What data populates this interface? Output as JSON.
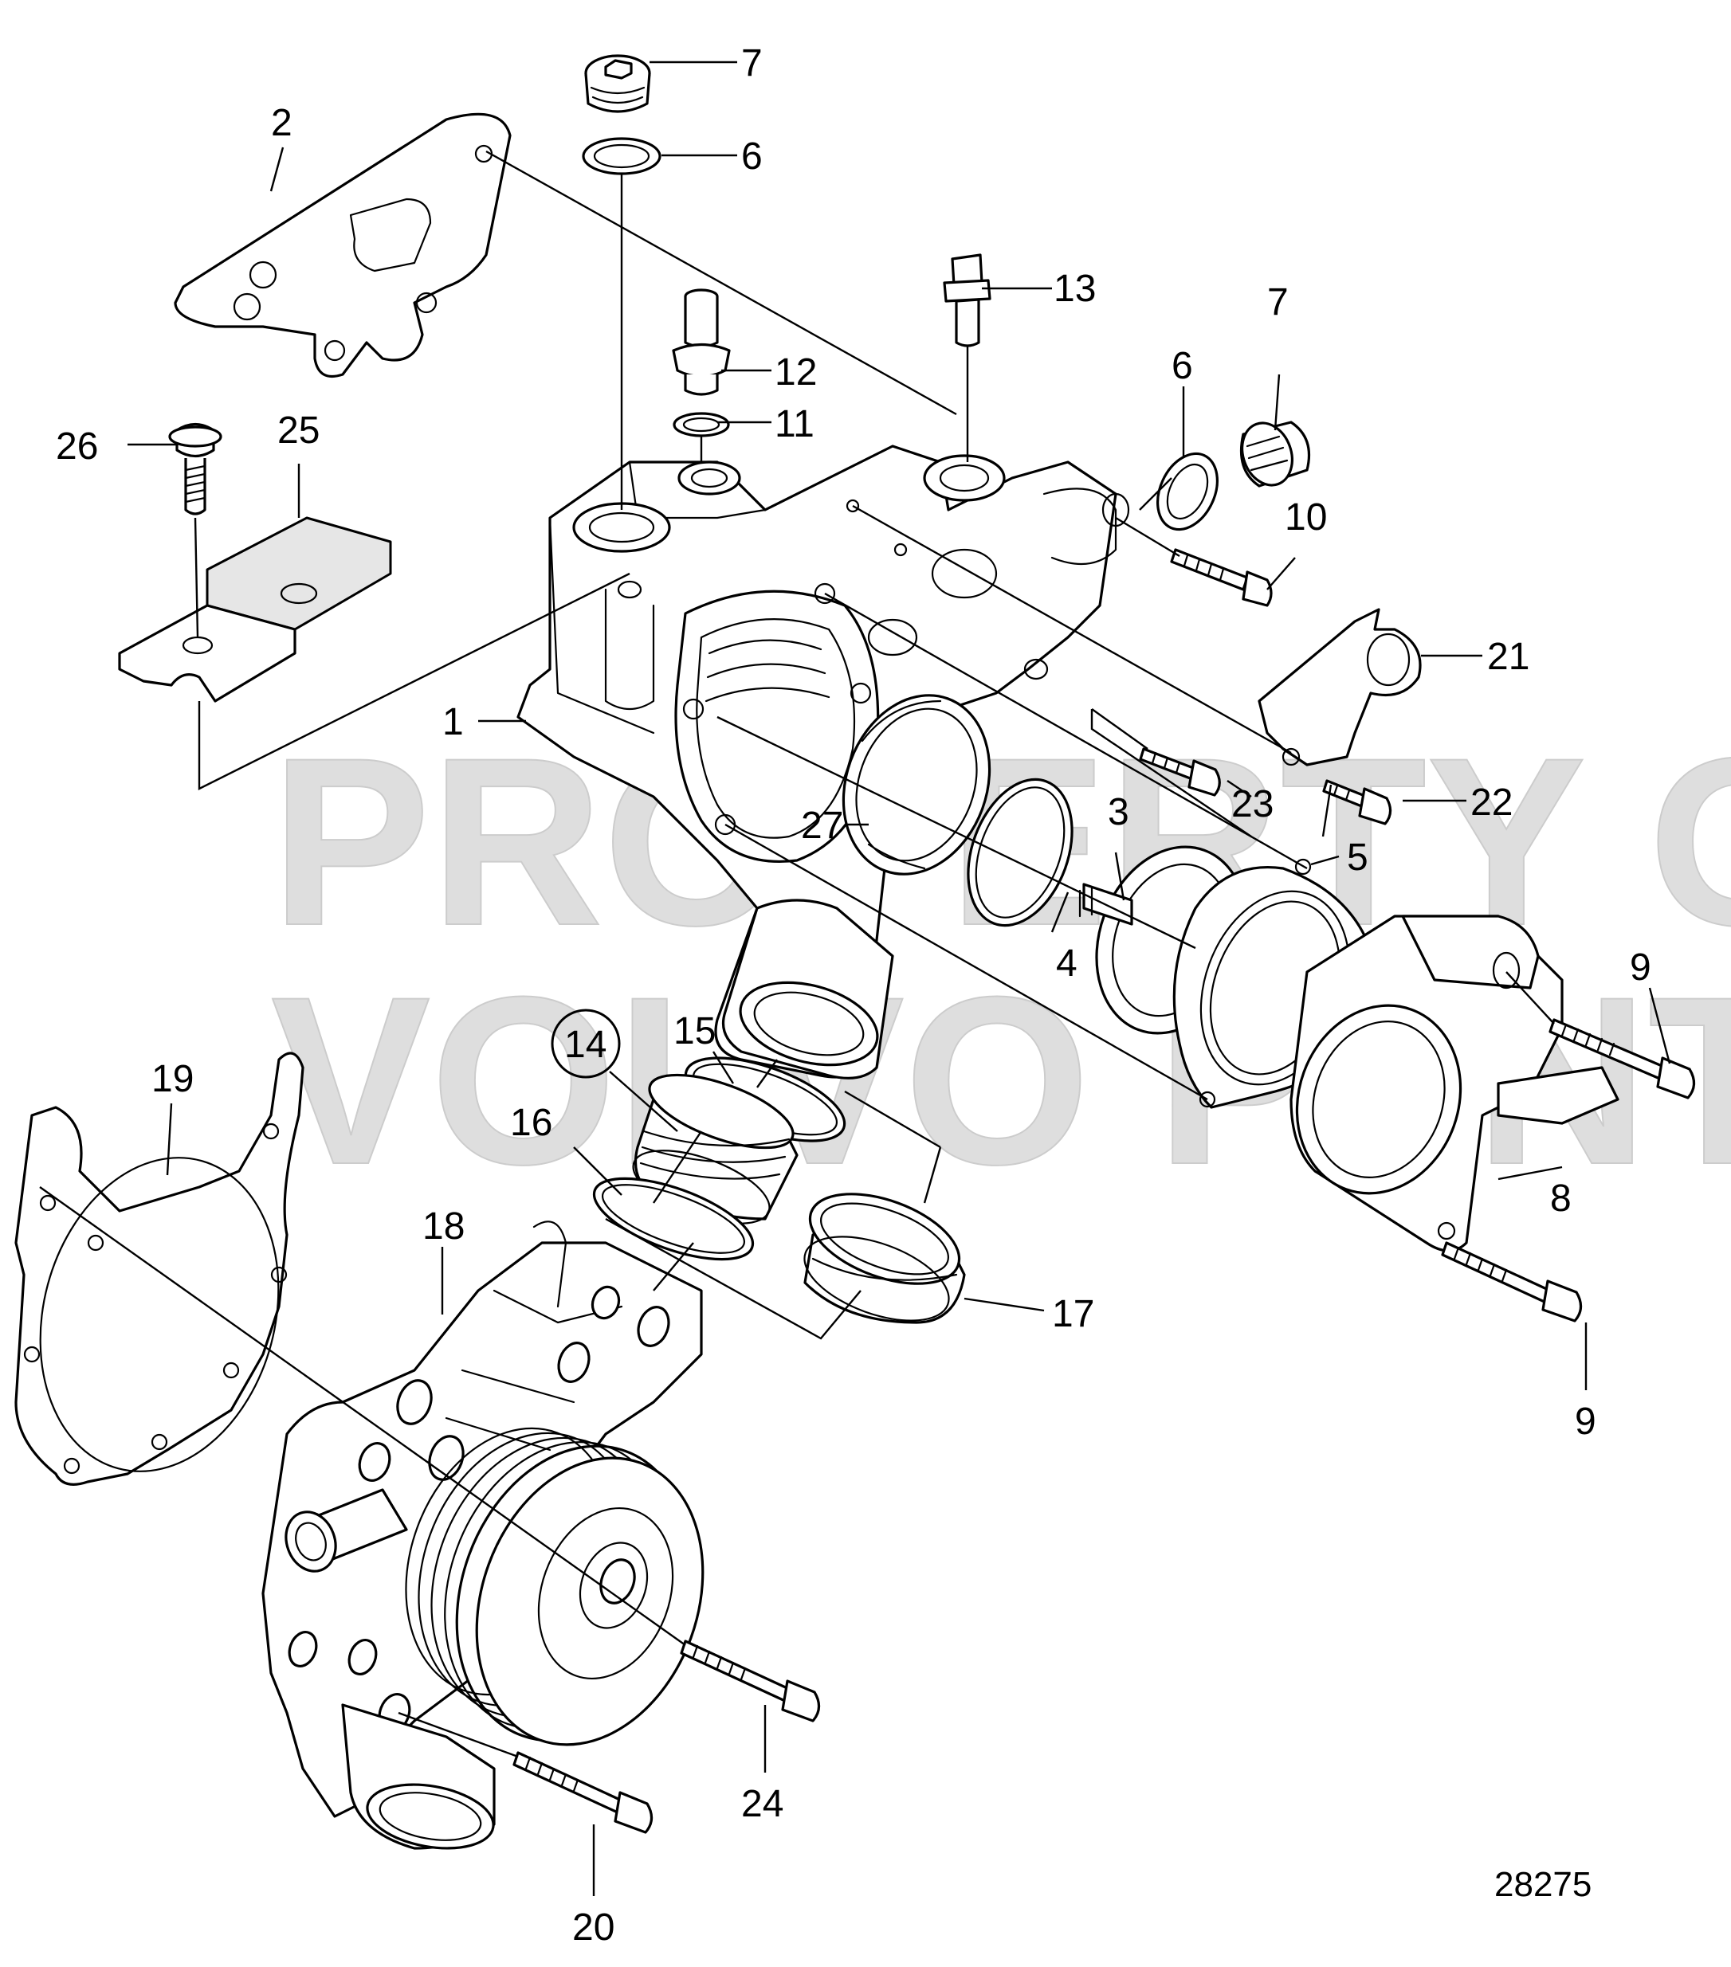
{
  "watermark": {
    "line1": "PROPERTY OF",
    "line2": "VOLVO PENTA"
  },
  "figure_number": "28275",
  "callouts": [
    "1",
    "2",
    "3",
    "4",
    "5",
    "6",
    "6",
    "7",
    "7",
    "8",
    "9",
    "9",
    "10",
    "11",
    "12",
    "13",
    "14",
    "15",
    "16",
    "17",
    "18",
    "19",
    "20",
    "21",
    "22",
    "23",
    "24",
    "25",
    "26",
    "27"
  ],
  "colors": {
    "ink": "#000000",
    "paper": "#ffffff",
    "watermark": "#d4d4d4"
  }
}
